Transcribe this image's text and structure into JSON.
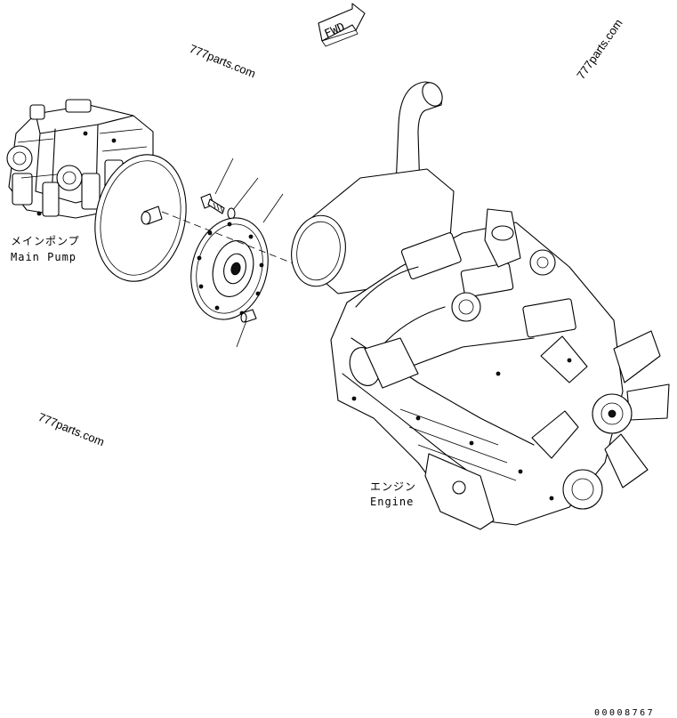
{
  "watermarks": [
    "777parts.com",
    "777parts.com",
    "777parts.com"
  ],
  "fwd_label": "FWD",
  "labels": {
    "main_pump_jp": "メインポンプ",
    "main_pump_en": "Main Pump",
    "engine_jp": "エンジン",
    "engine_en": "Engine"
  },
  "drawing_code": "00008767"
}
